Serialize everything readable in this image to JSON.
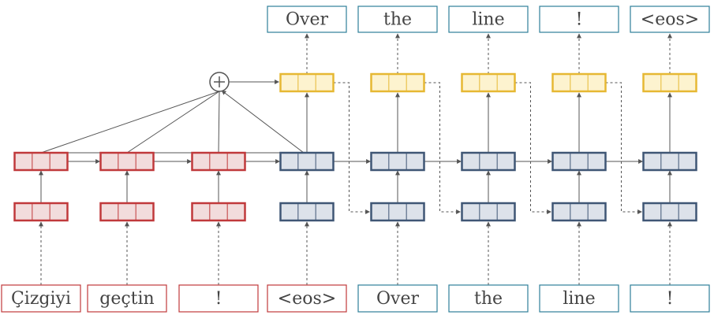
{
  "source_words": [
    "Çizgiyi",
    "geçtin",
    "!",
    "<eos>"
  ],
  "target_inputs": [
    "Over",
    "the",
    "line",
    "!"
  ],
  "outputs": [
    "Over",
    "the",
    "line",
    "!",
    "<eos>"
  ],
  "colors": {
    "encoder": "#c0393b",
    "encoder_fill": "#f2dcdc",
    "decoder": "#3f5675",
    "decoder_fill": "#dde2ea",
    "attention": "#e6b833",
    "attention_fill": "#fdf3cf",
    "output_border": "#2e7f99",
    "arrow": "#555555"
  },
  "icons": {
    "combine": "circled-plus-icon"
  }
}
